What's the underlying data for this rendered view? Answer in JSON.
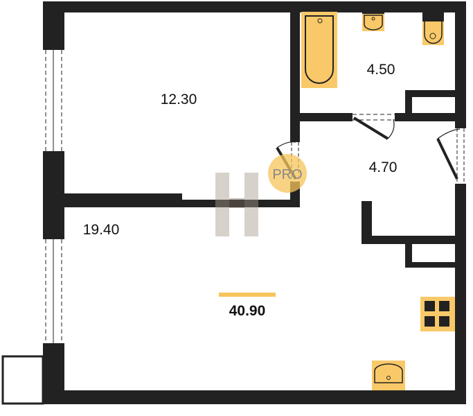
{
  "rooms": {
    "bedroom_area": "12.30",
    "bathroom_area": "4.50",
    "hallway_area": "4.70",
    "living_kitchen_area": "19.40"
  },
  "total_area": "40.90",
  "watermark": {
    "badge_text": "PRO",
    "logo_letter": "H"
  },
  "colors": {
    "wall": "#222222",
    "fixture": "#F9C969",
    "accent": "#F6C45A"
  }
}
